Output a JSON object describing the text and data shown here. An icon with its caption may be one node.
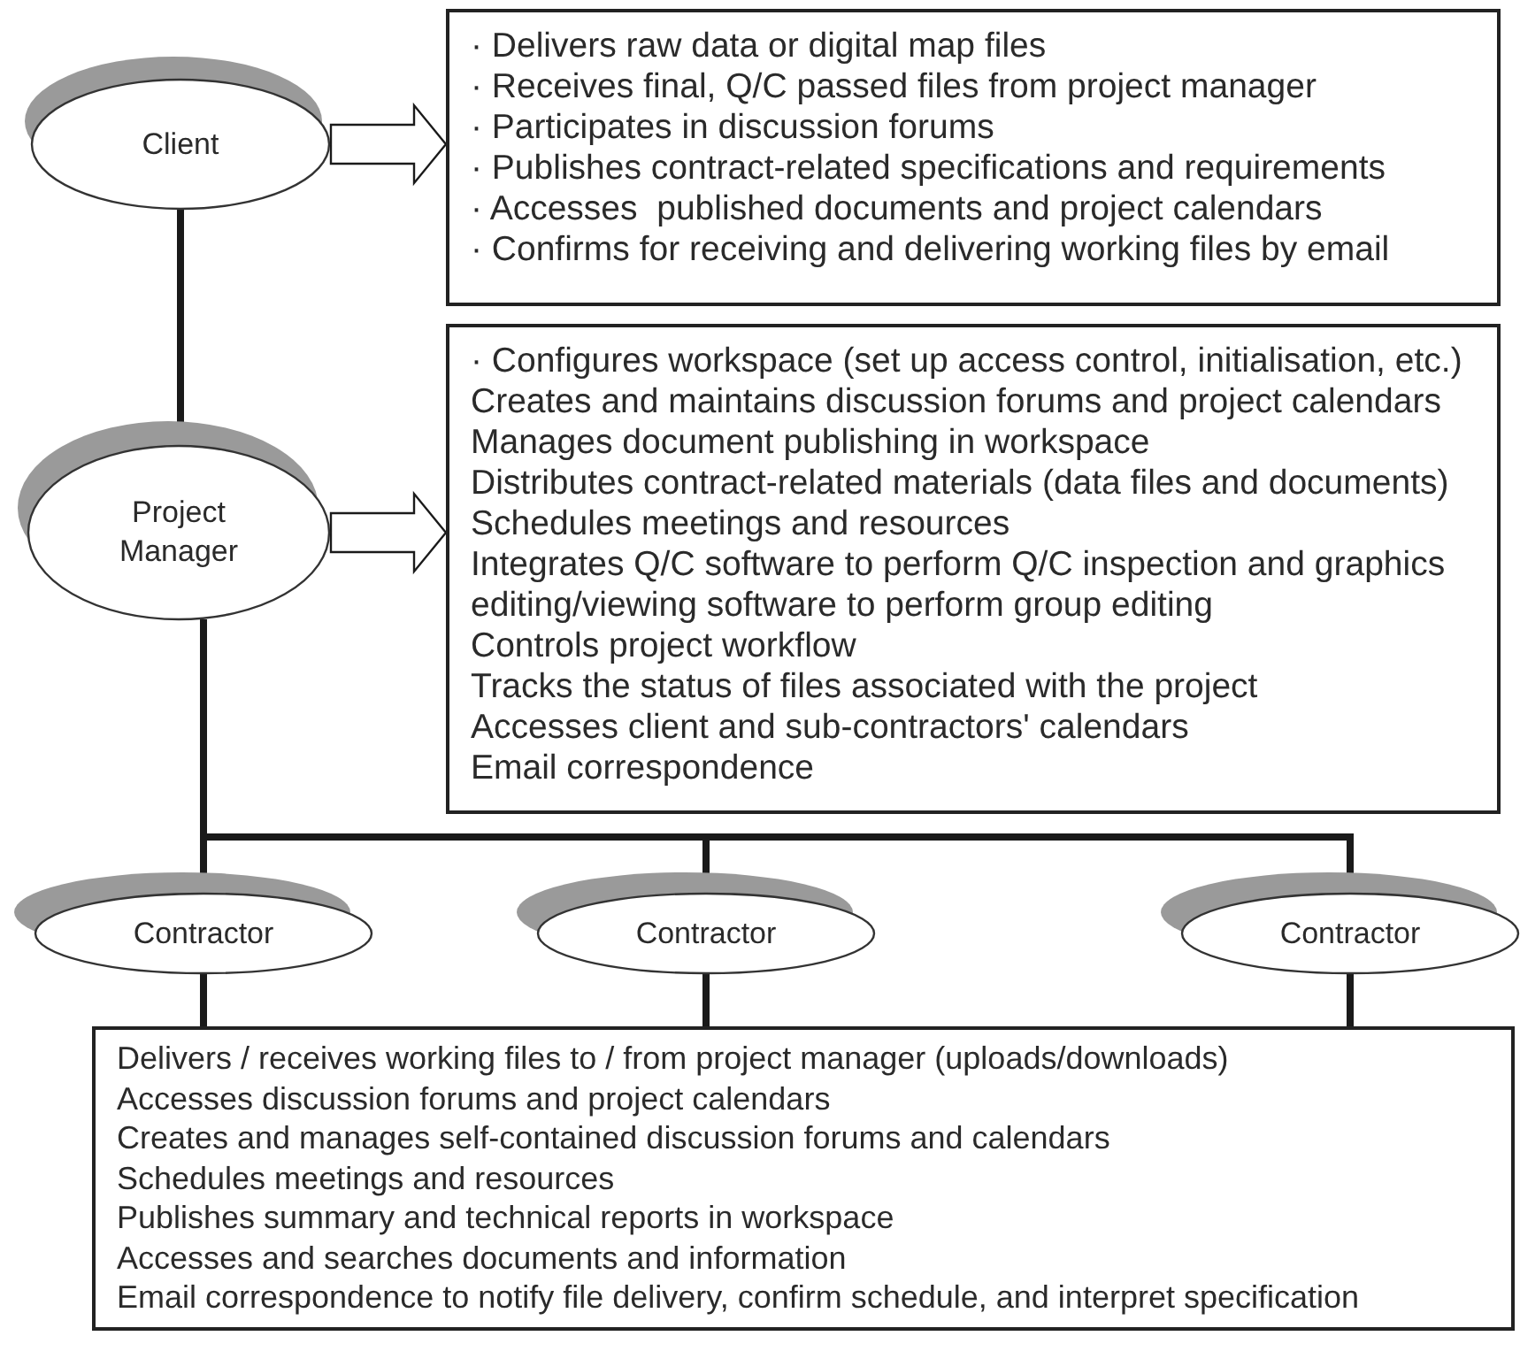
{
  "diagram": {
    "nodes": [
      {
        "text": [
          "Client"
        ]
      },
      {
        "text": [
          "· Delivers raw data or digital map files",
          "· Receives final, Q/C passed files from project manager",
          "· Participates in discussion forums",
          "· Publishes contract-related specifications and requirements",
          "· Accesses  published documents and project calendars",
          "· Confirms for receiving and delivering working files by email"
        ]
      },
      {
        "text": [
          "Project Manager"
        ]
      },
      {
        "text": [
          "· Configures workspace (set up access control, initialisation, etc.)",
          "Creates and maintains discussion forums and project calendars",
          "Manages document publishing in workspace",
          "Distributes contract-related materials (data files and documents)",
          "Schedules meetings and resources",
          "Integrates Q/C software to perform Q/C inspection and graphics editing/viewing software to perform group editing",
          "Controls project workflow",
          "Tracks the status of files associated with the project",
          "Accesses client and sub-contractors' calendars",
          "Email correspondence"
        ]
      },
      {
        "text": [
          "Contractor"
        ]
      },
      {
        "text": [
          "Contractor"
        ]
      },
      {
        "text": [
          "Contractor"
        ]
      },
      {
        "text": [
          "Delivers / receives working files to / from project manager (uploads/downloads)",
          "Accesses discussion forums and project calendars",
          "Creates and manages self-contained discussion forums and calendars",
          "Schedules meetings and resources",
          "Publishes summary and technical reports in workspace",
          "Accesses and searches documents and information",
          "Email correspondence to notify file delivery, confirm schedule, and interpret specification"
        ]
      }
    ],
    "edges": [
      {
        "from": 0,
        "to": 1,
        "arrow": "to"
      },
      {
        "from": 0,
        "to": 2,
        "arrow": "none"
      },
      {
        "from": 2,
        "to": 3,
        "arrow": "to"
      },
      {
        "from": 2,
        "to": 4,
        "arrow": "none"
      },
      {
        "from": 2,
        "to": 5,
        "arrow": "none"
      },
      {
        "from": 2,
        "to": 6,
        "arrow": "none"
      },
      {
        "from": 4,
        "to": 7,
        "arrow": "none"
      },
      {
        "from": 5,
        "to": 7,
        "arrow": "none"
      },
      {
        "from": 6,
        "to": 7,
        "arrow": "none"
      }
    ]
  }
}
